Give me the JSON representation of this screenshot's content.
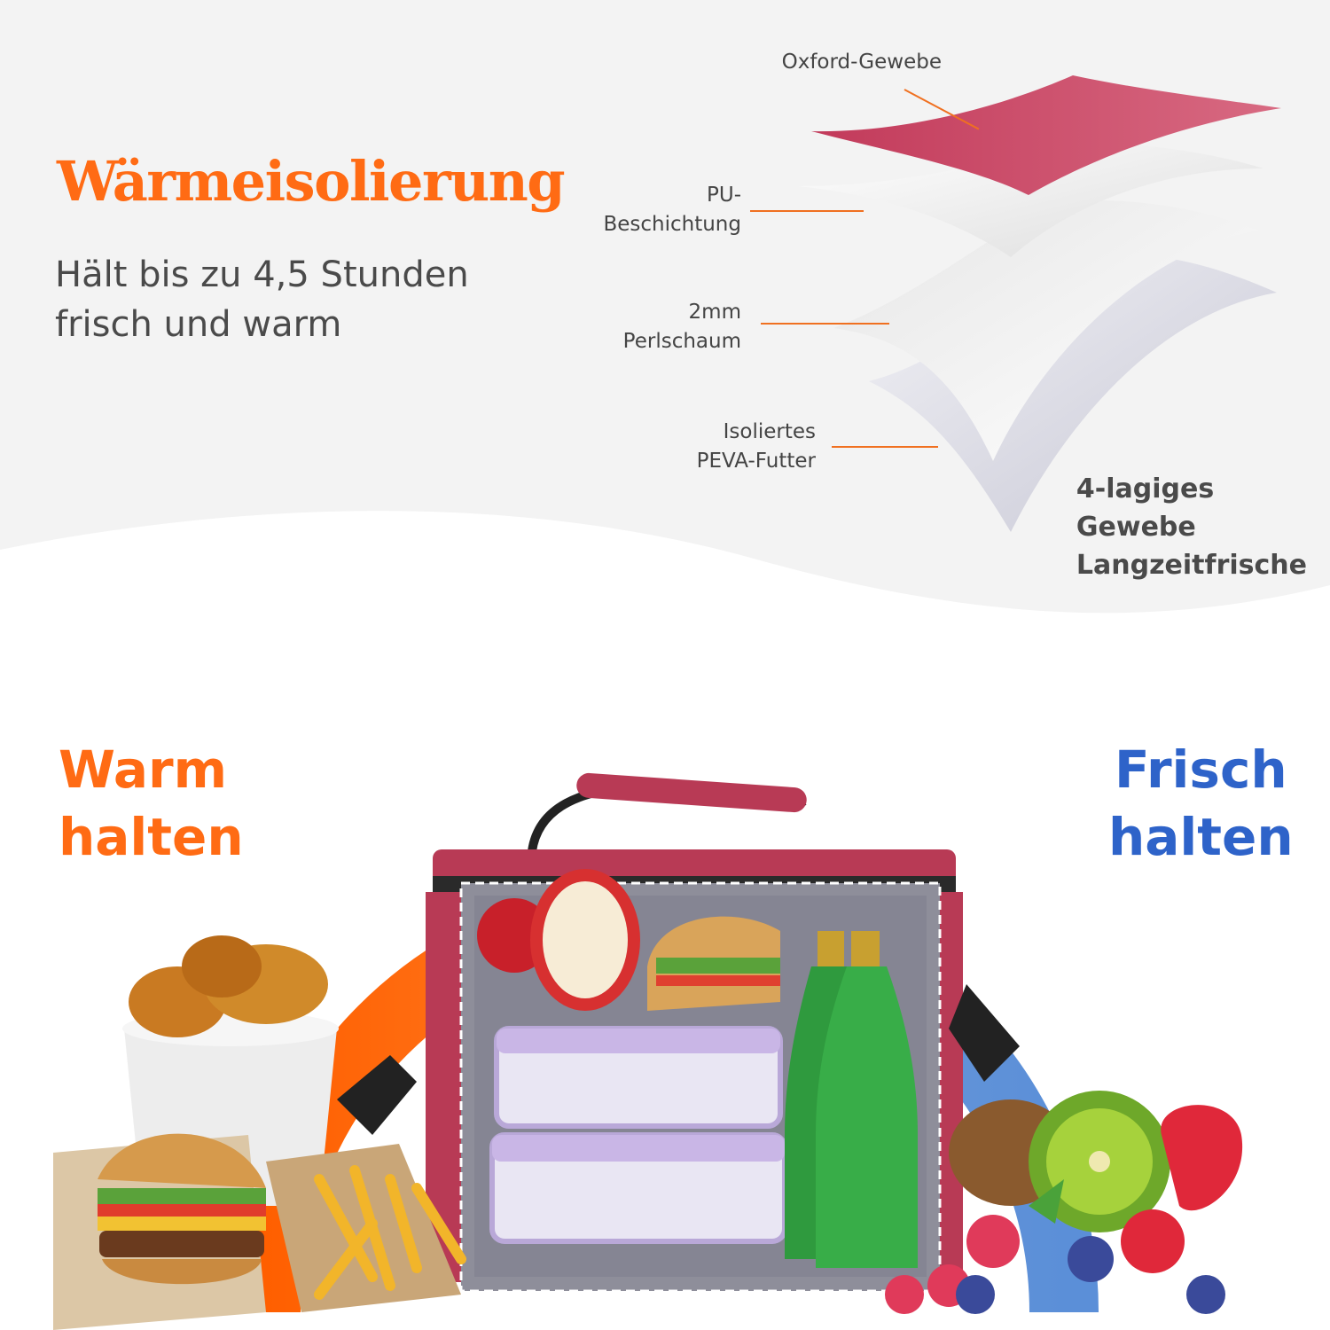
{
  "header": {
    "headline": "Wärmeisolierung",
    "subline": "Hält bis zu 4,5 Stunden\nfrisch und warm"
  },
  "layers": {
    "items": [
      {
        "label": "Oxford-Gewebe"
      },
      {
        "label": "PU-\nBeschichtung"
      },
      {
        "label": "2mm\nPerlschaum"
      },
      {
        "label": "Isoliertes\nPEVA-Futter"
      }
    ],
    "summary": "4-lagiges\nGewebe\nLangzeitfrische"
  },
  "modes": {
    "warm": "Warm\nhalten",
    "fresh": "Frisch\nhalten"
  },
  "colors": {
    "accent_orange": "#ff6b14",
    "accent_blue": "#2e63c9",
    "bag_red": "#b83a55"
  },
  "icons": [
    "sun-icon",
    "snowflake-icon"
  ]
}
